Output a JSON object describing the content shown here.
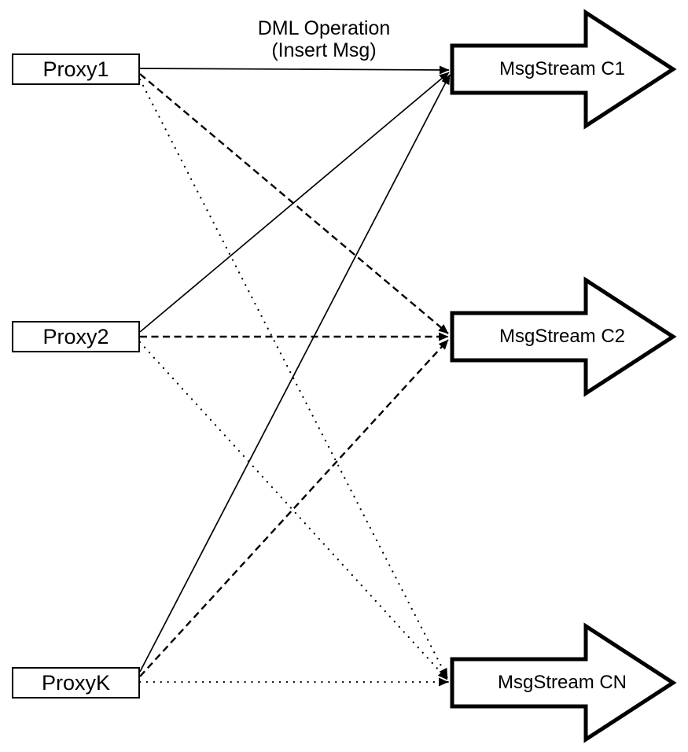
{
  "diagram": {
    "background_color": "#ffffff",
    "stroke_color": "#000000",
    "annotation": {
      "line1": "DML Operation",
      "line2": "(Insert Msg)"
    },
    "proxies": [
      {
        "id": "proxy1",
        "label": "Proxy1"
      },
      {
        "id": "proxy2",
        "label": "Proxy2"
      },
      {
        "id": "proxyk",
        "label": "ProxyK"
      }
    ],
    "streams": [
      {
        "id": "c1",
        "label": "MsgStream C1",
        "incoming_line_style": "solid"
      },
      {
        "id": "c2",
        "label": "MsgStream C2",
        "incoming_line_style": "dashed"
      },
      {
        "id": "cn",
        "label": "MsgStream CN",
        "incoming_line_style": "dotted"
      }
    ],
    "edges": [
      {
        "from": "Proxy1",
        "to": "MsgStream C1",
        "style": "solid"
      },
      {
        "from": "Proxy1",
        "to": "MsgStream C2",
        "style": "dashed"
      },
      {
        "from": "Proxy1",
        "to": "MsgStream CN",
        "style": "dotted"
      },
      {
        "from": "Proxy2",
        "to": "MsgStream C1",
        "style": "solid"
      },
      {
        "from": "Proxy2",
        "to": "MsgStream C2",
        "style": "dashed"
      },
      {
        "from": "Proxy2",
        "to": "MsgStream CN",
        "style": "dotted"
      },
      {
        "from": "ProxyK",
        "to": "MsgStream C1",
        "style": "solid"
      },
      {
        "from": "ProxyK",
        "to": "MsgStream C2",
        "style": "dashed"
      },
      {
        "from": "ProxyK",
        "to": "MsgStream CN",
        "style": "dotted"
      }
    ]
  }
}
